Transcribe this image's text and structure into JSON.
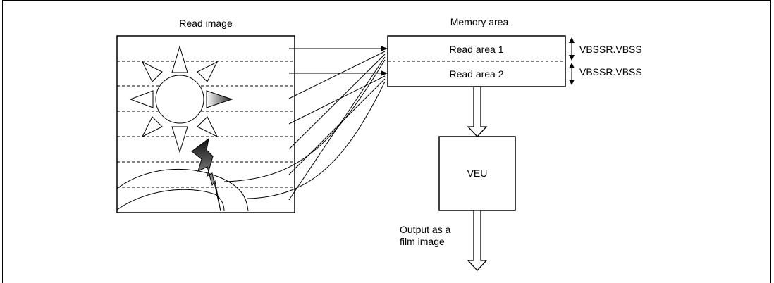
{
  "read_image": {
    "title": "Read image"
  },
  "memory_area": {
    "title": "Memory area",
    "area1": "Read area 1",
    "area2": "Read area 2"
  },
  "stride": {
    "label1": "VBSSR.VBSS",
    "label2": "VBSSR.VBSS"
  },
  "veu": {
    "label": "VEU"
  },
  "output": {
    "line1": "Output as a",
    "line2": "film image"
  }
}
